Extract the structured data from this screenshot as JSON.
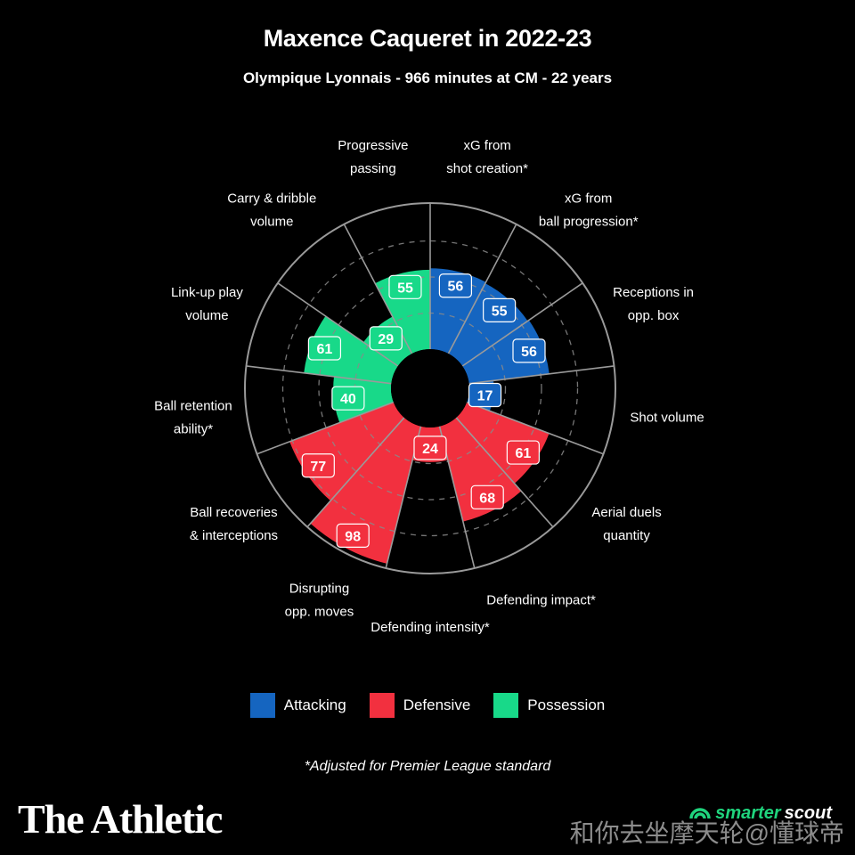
{
  "header": {
    "title": "Maxence Caqueret in 2022-23",
    "subtitle": "Olympique Lyonnais - 966 minutes at CM - 22 years"
  },
  "chart_data": {
    "type": "polar-bar",
    "categories": [
      {
        "label": [
          "xG from",
          "shot creation*"
        ],
        "value": 56,
        "group": "Attacking"
      },
      {
        "label": [
          "xG from",
          "ball progression*"
        ],
        "value": 55,
        "group": "Attacking"
      },
      {
        "label": [
          "Receptions in",
          "opp. box"
        ],
        "value": 56,
        "group": "Attacking"
      },
      {
        "label": [
          "Shot volume"
        ],
        "value": 17,
        "group": "Attacking"
      },
      {
        "label": [
          "Aerial duels",
          "quantity"
        ],
        "value": 61,
        "group": "Defensive"
      },
      {
        "label": [
          "Defending impact*"
        ],
        "value": 68,
        "group": "Defensive"
      },
      {
        "label": [
          "Defending intensity*"
        ],
        "value": 24,
        "group": "Defensive"
      },
      {
        "label": [
          "Disrupting",
          "opp. moves"
        ],
        "value": 98,
        "group": "Defensive"
      },
      {
        "label": [
          "Ball recoveries",
          "& interceptions"
        ],
        "value": 77,
        "group": "Defensive"
      },
      {
        "label": [
          "Ball retention",
          "ability*"
        ],
        "value": 40,
        "group": "Possession"
      },
      {
        "label": [
          "Link-up play",
          "volume"
        ],
        "value": 61,
        "group": "Possession"
      },
      {
        "label": [
          "Carry & dribble",
          "volume"
        ],
        "value": 29,
        "group": "Possession"
      },
      {
        "label": [
          "Progressive",
          "passing"
        ],
        "value": 55,
        "group": "Possession"
      }
    ],
    "range": [
      0,
      100
    ],
    "grid_rings": [
      25,
      50,
      75
    ],
    "colors": {
      "Attacking": "#1565c0",
      "Defensive": "#f2303f",
      "Possession": "#18d989"
    }
  },
  "legend": {
    "items": [
      {
        "label": "Attacking",
        "color": "#1565c0"
      },
      {
        "label": "Defensive",
        "color": "#f2303f"
      },
      {
        "label": "Possession",
        "color": "#18d989"
      }
    ]
  },
  "footnote": "*Adjusted for Premier League standard",
  "brand": {
    "name": "The Athletic",
    "partner_a": "smarter",
    "partner_b": "scout",
    "watermark": "和你去坐摩天轮@懂球帝"
  }
}
